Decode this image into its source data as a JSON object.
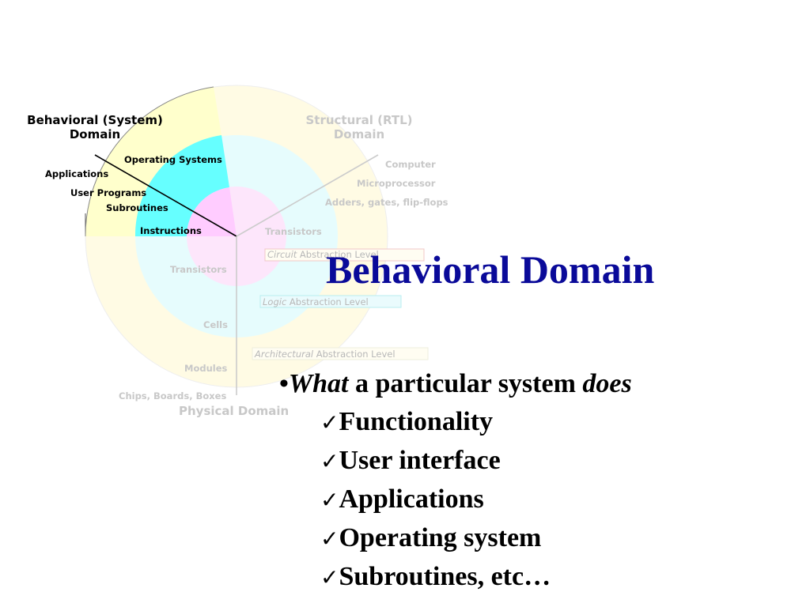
{
  "slide": {
    "title": "Behavioral Domain",
    "bullet": {
      "marker": "•",
      "em_start": "What",
      "middle": " a particular system ",
      "em_end": "does"
    },
    "check_marker": "✓",
    "sub_items": [
      "Functionality",
      "User interface",
      "Applications",
      "Operating system",
      "Subroutines, etc…"
    ]
  },
  "diagram": {
    "behavioral_domain": {
      "line1": "Behavioral (System)",
      "line2": "Domain"
    },
    "structural_domain": {
      "line1": "Structural (RTL)",
      "line2": "Domain"
    },
    "physical_domain": "Physical Domain",
    "behavioral_items": [
      "Operating Systems",
      "Applications",
      "User Programs",
      "Subroutines",
      "Instructions"
    ],
    "structural_items": [
      "Computer",
      "Microprocessor",
      "Adders, gates, flip-flops",
      "Transistors"
    ],
    "physical_items": [
      "Transistors",
      "Cells",
      "Modules",
      "Chips, Boards, Boxes"
    ],
    "levels": {
      "circuit": {
        "em": "Circuit",
        "rest": " Abstraction Level"
      },
      "logic": {
        "em": "Logic",
        "rest": " Abstraction Level"
      },
      "architectural": {
        "em": "Architectural",
        "rest": " Abstraction Level"
      }
    },
    "colors": {
      "outer_ring": "#fffbe4",
      "outer_highlight": "#ffffcc",
      "middle_ring": "#e6fcfd",
      "middle_highlight": "#66ffff",
      "inner_ring": "#fde6fb",
      "inner_highlight": "#ffccff"
    }
  }
}
